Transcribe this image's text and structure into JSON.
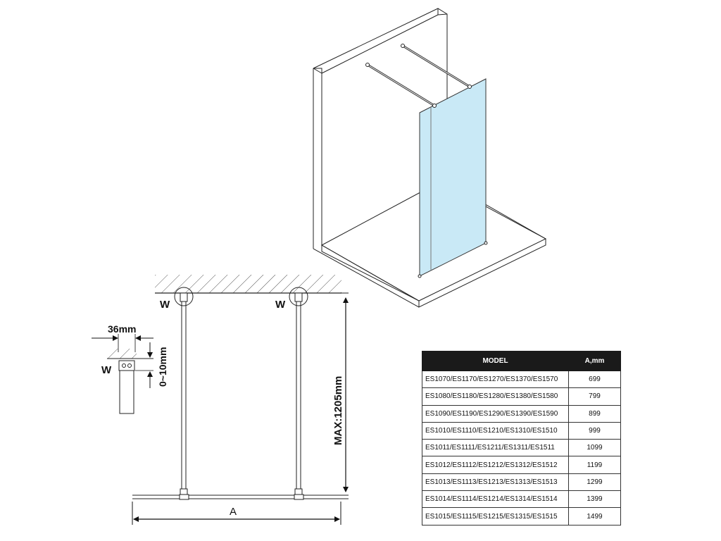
{
  "labels": {
    "wall_mark_left": "W",
    "wall_mark_right": "W",
    "detail_mark": "W",
    "profile_width": "36mm",
    "gap": "0~10mm",
    "max_height": "MAX:1205mm",
    "width_dim": "A"
  },
  "table": {
    "headers": [
      "MODEL",
      "A,mm"
    ],
    "rows": [
      {
        "model": "ES1070/ES1170/ES1270/ES1370/ES1570",
        "a": "699"
      },
      {
        "model": "ES1080/ES1180/ES1280/ES1380/ES1580",
        "a": "799"
      },
      {
        "model": "ES1090/ES1190/ES1290/ES1390/ES1590",
        "a": "899"
      },
      {
        "model": "ES1010/ES1110/ES1210/ES1310/ES1510",
        "a": "999"
      },
      {
        "model": "ES1011/ES1111/ES1211/ES1311/ES1511",
        "a": "1099"
      },
      {
        "model": "ES1012/ES1112/ES1212/ES1312/ES1512",
        "a": "1199"
      },
      {
        "model": "ES1013/ES1113/ES1213/ES1313/ES1513",
        "a": "1299"
      },
      {
        "model": "ES1014/ES1114/ES1214/ES1314/ES1514",
        "a": "1399"
      },
      {
        "model": "ES1015/ES1115/ES1215/ES1315/ES1515",
        "a": "1499"
      }
    ]
  },
  "colors": {
    "glass": "#c9e9f6",
    "line": "#222222"
  }
}
